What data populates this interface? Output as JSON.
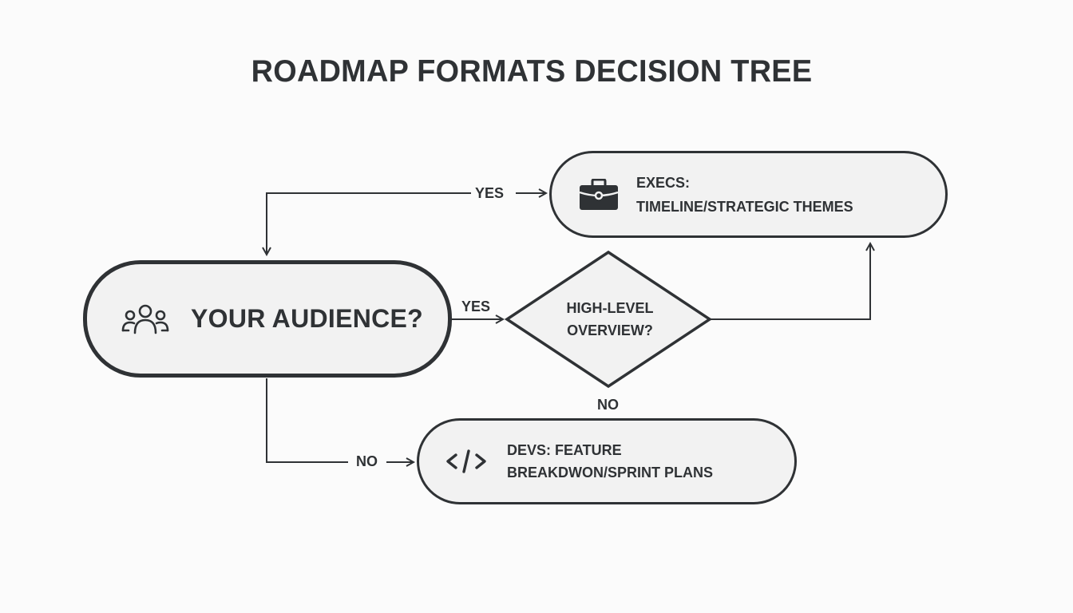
{
  "title": "ROADMAP FORMATS DECISION TREE",
  "nodes": {
    "audience": {
      "label": "YOUR AUDIENCE?",
      "icon": "people-group-icon"
    },
    "decision": {
      "line1": "HIGH-LEVEL",
      "line2": "OVERVIEW?"
    },
    "execs": {
      "line1": "EXECS:",
      "line2": "TIMELINE/STRATEGIC THEMES",
      "icon": "briefcase-icon"
    },
    "devs": {
      "line1": "DEVS: FEATURE",
      "line2": "BREAKDWON/SPRINT PLANS",
      "icon": "code-icon"
    }
  },
  "edges": {
    "top_yes": "YES",
    "audience_to_decision_yes": "YES",
    "decision_no": "NO",
    "bottom_no": "NO"
  },
  "colors": {
    "stroke": "#2f3235",
    "node_fill": "#f2f2f2",
    "background": "#fbfbfb"
  }
}
